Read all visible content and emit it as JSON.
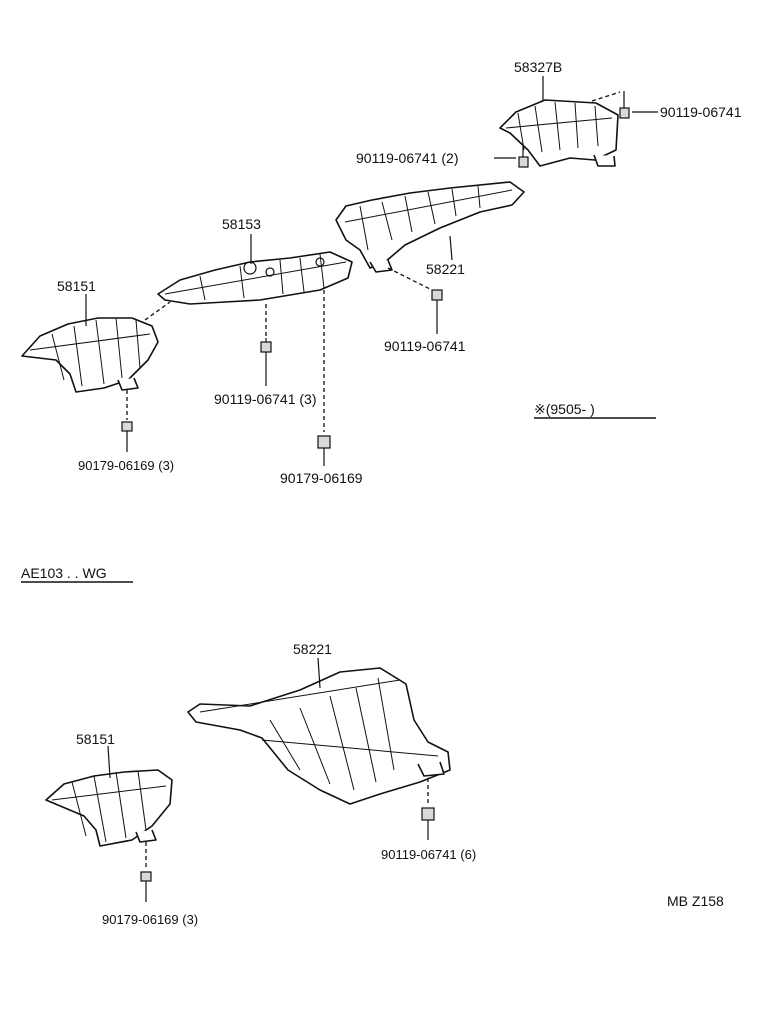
{
  "labels": {
    "p58327b": "58327B",
    "b_top_right": "90119-06741",
    "b_top_left": "90119-06741 (2)",
    "p58153": "58153",
    "p58221_top": "58221",
    "p58151_top": "58151",
    "b_58221": "90119-06741",
    "b_58153": "90119-06741 (3)",
    "n_58151_top": "90179-06169 (3)",
    "n_58153": "90179-06169",
    "note": "※(9505-       )",
    "variant": "AE103 . . WG",
    "p58221_bot": "58221",
    "p58151_bot": "58151",
    "b_bot": "90119-06741 (6)",
    "n_bot": "90179-06169 (3)",
    "ref": "MB Z158"
  }
}
